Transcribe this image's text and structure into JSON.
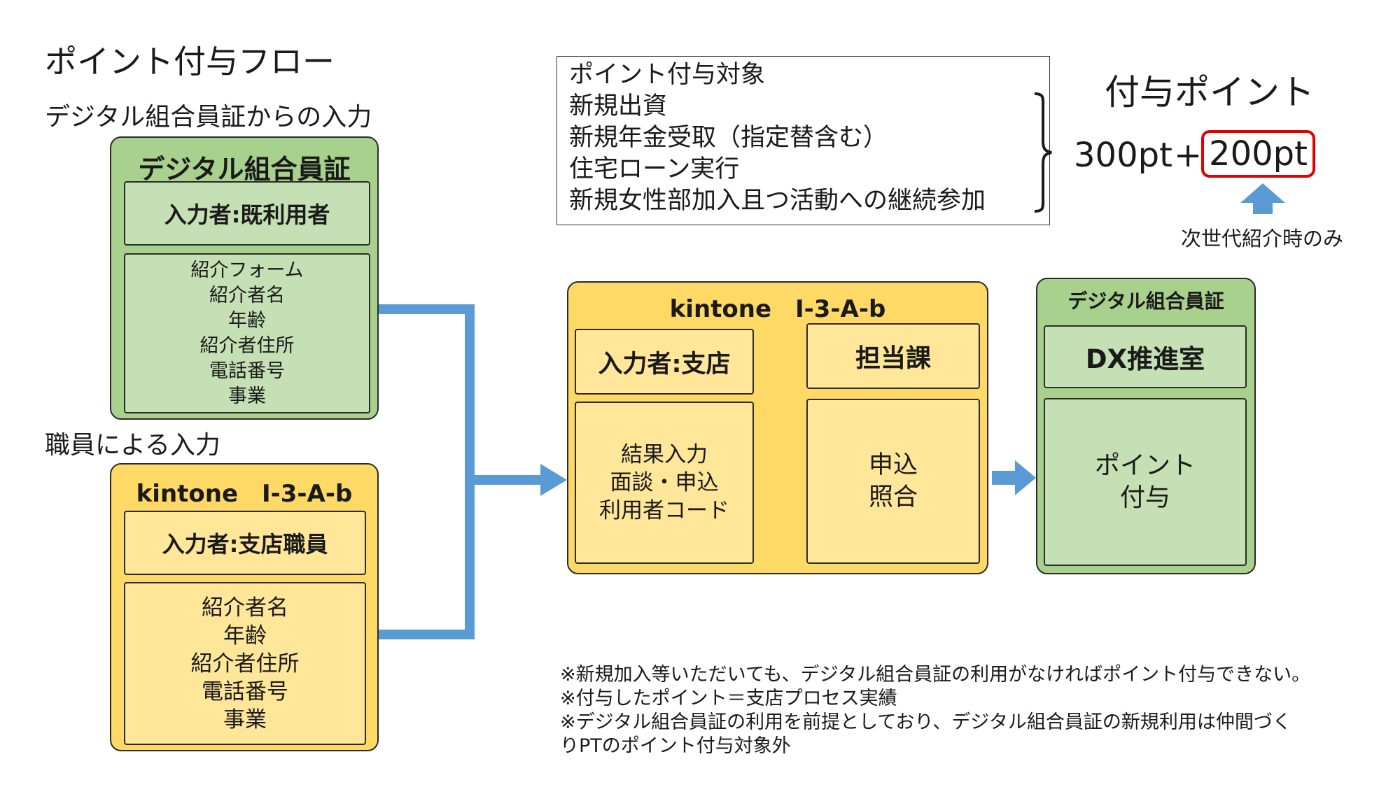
{
  "page": {
    "title": "ポイント付与フロー",
    "section_digital": "デジタル組合員証からの入力",
    "section_staff": "職員による入力"
  },
  "digital_card_box": {
    "title": "デジタル組合員証",
    "inputter": "入力者:既利用者",
    "fields": [
      "紹介フォーム",
      "紹介者名",
      "年齢",
      "紹介者住所",
      "電話番号",
      "事業"
    ]
  },
  "kintone_staff_box": {
    "title": "kintone　I-3-A-b",
    "inputter": "入力者:支店職員",
    "fields": [
      "紹介者名",
      "年齢",
      "紹介者住所",
      "電話番号",
      "事業"
    ]
  },
  "targets": {
    "items": [
      "ポイント付与対象",
      "新規出資",
      "新規年金受取（指定替含む）",
      "住宅ローン実行",
      "新規女性部加入且つ活動への継続参加"
    ]
  },
  "points": {
    "title": "付与ポイント",
    "base": "300pt",
    "plus": "+",
    "bonus": "200pt",
    "bonus_note": "次世代紹介時のみ"
  },
  "kintone_main": {
    "title": "kintone　I-3-A-b",
    "branch_header": "入力者:支店",
    "branch_items": [
      "結果入力",
      "面談・申込",
      "利用者コード"
    ],
    "dept_header": "担当課",
    "dept_items": [
      "申込",
      "照合"
    ]
  },
  "digital_final": {
    "title": "デジタル組合員証",
    "header": "DX推進室",
    "items": [
      "ポイント",
      "付与"
    ]
  },
  "notes": [
    "※新規加入等いただいても、デジタル組合員証の利用がなければポイント付与できない。",
    "※付与したポイント＝支店プロセス実績",
    "※デジタル組合員証の利用を前提としており、デジタル組合員証の新規利用は仲間づく",
    "りPTのポイント付与対象外"
  ],
  "colors": {
    "green_outer": "#a9d18e",
    "green_inner": "#c5e0b4",
    "yellow_outer": "#ffd966",
    "yellow_inner": "#ffe699",
    "arrow": "#5b9bd5",
    "highlight": "#e00000"
  }
}
